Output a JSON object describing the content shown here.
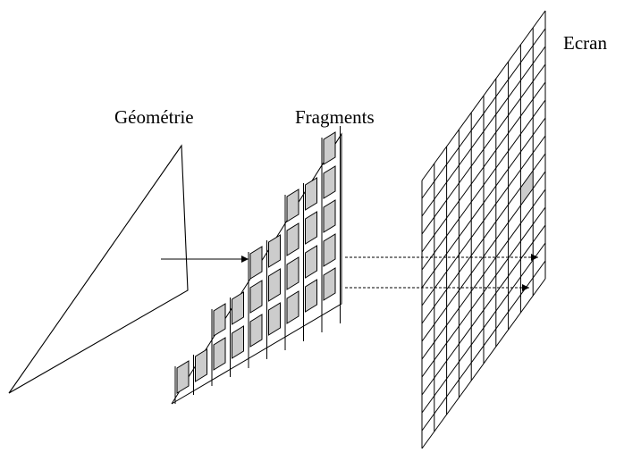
{
  "labels": {
    "geometry": "Géométrie",
    "fragments": "Fragments",
    "screen": "Ecran"
  },
  "colors": {
    "stroke": "#000000",
    "fragment_fill": "#cccccc",
    "background": "#ffffff"
  },
  "screen_grid": {
    "columns": 10,
    "rows": 15
  },
  "fragment_rows": [
    {
      "cells": 9
    },
    {
      "cells": 7
    },
    {
      "cells": 5
    },
    {
      "cells": 3
    },
    {
      "cells": 1
    }
  ],
  "highlighted_screen_cell": {
    "column": 9,
    "row": 9
  }
}
